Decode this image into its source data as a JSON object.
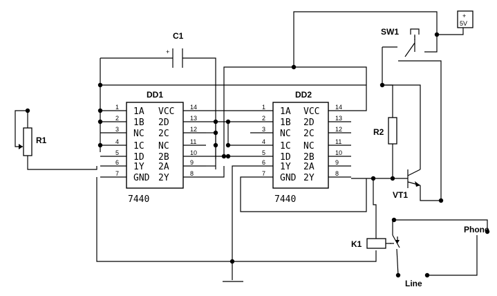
{
  "chips": [
    {
      "name": "DD1",
      "part": "7440",
      "left_pins": [
        {
          "num": "1",
          "label": "1A"
        },
        {
          "num": "2",
          "label": "1B"
        },
        {
          "num": "3",
          "label": "NC"
        },
        {
          "num": "4",
          "label": "1C"
        },
        {
          "num": "5",
          "label": "1D"
        },
        {
          "num": "6",
          "label": "1Y"
        },
        {
          "num": "7",
          "label": "GND"
        }
      ],
      "right_pins": [
        {
          "num": "14",
          "label": "VCC"
        },
        {
          "num": "13",
          "label": "2D"
        },
        {
          "num": "12",
          "label": "2C"
        },
        {
          "num": "11",
          "label": "NC"
        },
        {
          "num": "10",
          "label": "2B"
        },
        {
          "num": "9",
          "label": "2A"
        },
        {
          "num": "8",
          "label": "2Y"
        }
      ]
    },
    {
      "name": "DD2",
      "part": "7440",
      "left_pins": [
        {
          "num": "1",
          "label": "1A"
        },
        {
          "num": "2",
          "label": "1B"
        },
        {
          "num": "3",
          "label": "NC"
        },
        {
          "num": "4",
          "label": "1C"
        },
        {
          "num": "5",
          "label": "1D"
        },
        {
          "num": "6",
          "label": "1Y"
        },
        {
          "num": "7",
          "label": "GND"
        }
      ],
      "right_pins": [
        {
          "num": "14",
          "label": "VCC"
        },
        {
          "num": "13",
          "label": "2D"
        },
        {
          "num": "12",
          "label": "2C"
        },
        {
          "num": "11",
          "label": "NC"
        },
        {
          "num": "10",
          "label": "2B"
        },
        {
          "num": "9",
          "label": "2A"
        },
        {
          "num": "8",
          "label": "2Y"
        }
      ]
    }
  ],
  "labels": {
    "capacitor": "C1",
    "resistor1": "R1",
    "resistor2": "R2",
    "switch": "SW1",
    "transistor": "VT1",
    "relay": "K1",
    "supply": "5V",
    "supply_sign": "+",
    "cap_plus": "+",
    "phone": "Phone",
    "line": "Line"
  }
}
